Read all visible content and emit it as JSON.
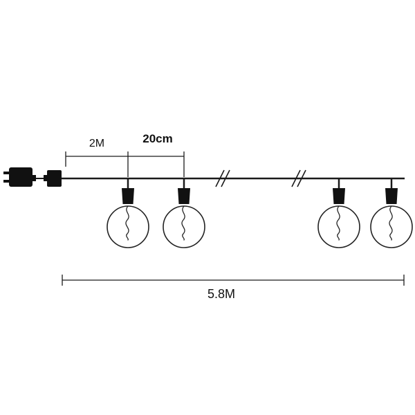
{
  "diagram": {
    "labels": {
      "lead_length": "2M",
      "bulb_spacing": "20cm",
      "total_length": "5.8M"
    },
    "colors": {
      "line": "#1a1a1a",
      "fill": "#111111",
      "background": "#ffffff"
    }
  }
}
